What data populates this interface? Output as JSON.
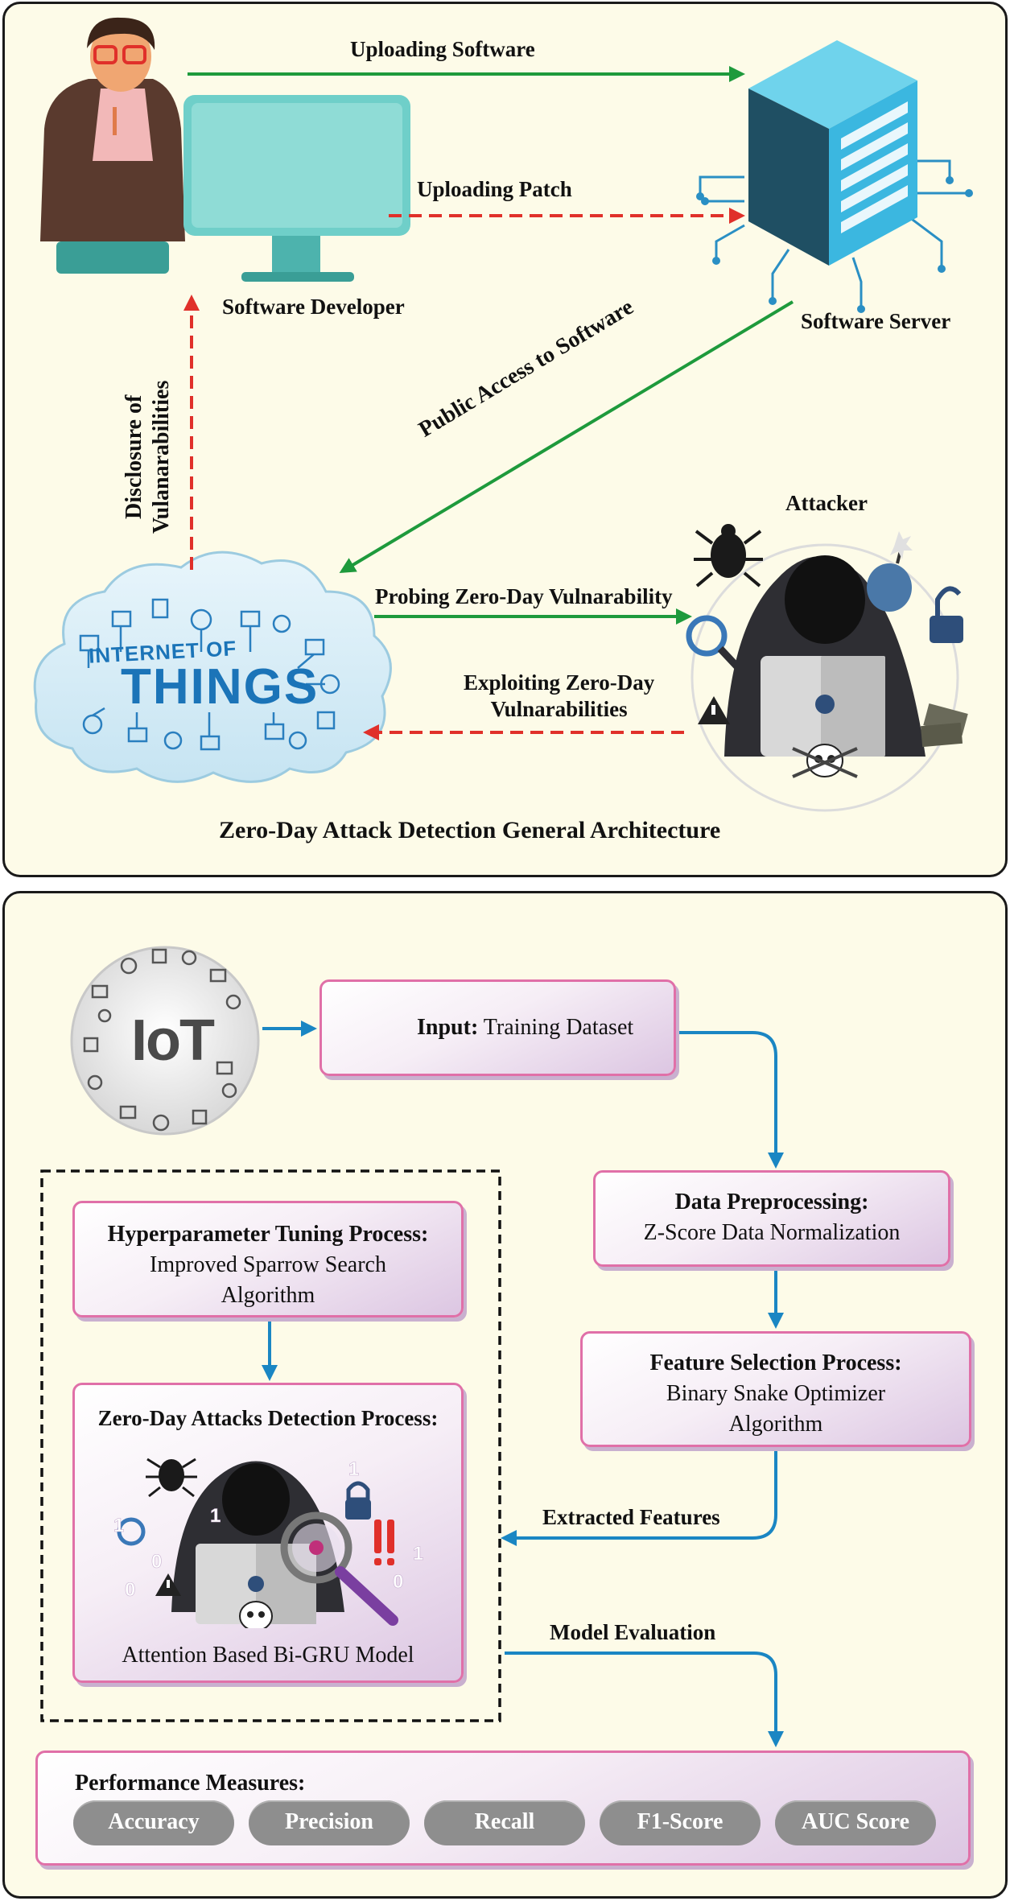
{
  "top": {
    "uploading_software": "Uploading Software",
    "uploading_patch": "Uploading Patch",
    "software_developer": "Software Developer",
    "software_server": "Software Server",
    "public_access": "Public Access to Software",
    "disclosure_line1": "Disclosure of",
    "disclosure_line2": "Vulanarabilities",
    "attacker": "Attacker",
    "probing": "Probing Zero-Day Vulnarability",
    "exploiting_line1": "Exploiting Zero-Day",
    "exploiting_line2": "Vulnarabilities",
    "iot_cloud_line1": "INTERNET OF",
    "iot_cloud_line2": "THINGS",
    "caption": "Zero-Day Attack Detection General Architecture"
  },
  "bottom": {
    "iot_logo": "IoT",
    "input_bold": "Input:",
    "input_text": " Training Dataset",
    "preprocessing_title": "Data Preprocessing:",
    "preprocessing_text": "Z-Score Data Normalization",
    "feature_title": "Feature Selection Process:",
    "feature_text_line1": "Binary Snake Optimizer",
    "feature_text_line2": "Algorithm",
    "hyper_title": "Hyperparameter Tuning Process:",
    "hyper_text_line1": "Improved Sparrow Search",
    "hyper_text_line2": "Algorithm",
    "detection_title": "Zero-Day Attacks Detection Process:",
    "detection_model": "Attention Based Bi-GRU Model",
    "extracted_features": "Extracted Features",
    "model_evaluation": "Model Evaluation",
    "performance_title": "Performance Measures:",
    "metrics": [
      "Accuracy",
      "Precision",
      "Recall",
      "F1-Score",
      "AUC Score"
    ],
    "binary_digits": [
      "1",
      "0",
      "1",
      "0",
      "1",
      "1",
      "0"
    ]
  },
  "colors": {
    "green_arrow": "#1e9a3c",
    "red_arrow": "#e0302a",
    "blue_arrow": "#1a86c3",
    "box_border": "#e070a8",
    "panel_bg": "#fdfbe8"
  }
}
